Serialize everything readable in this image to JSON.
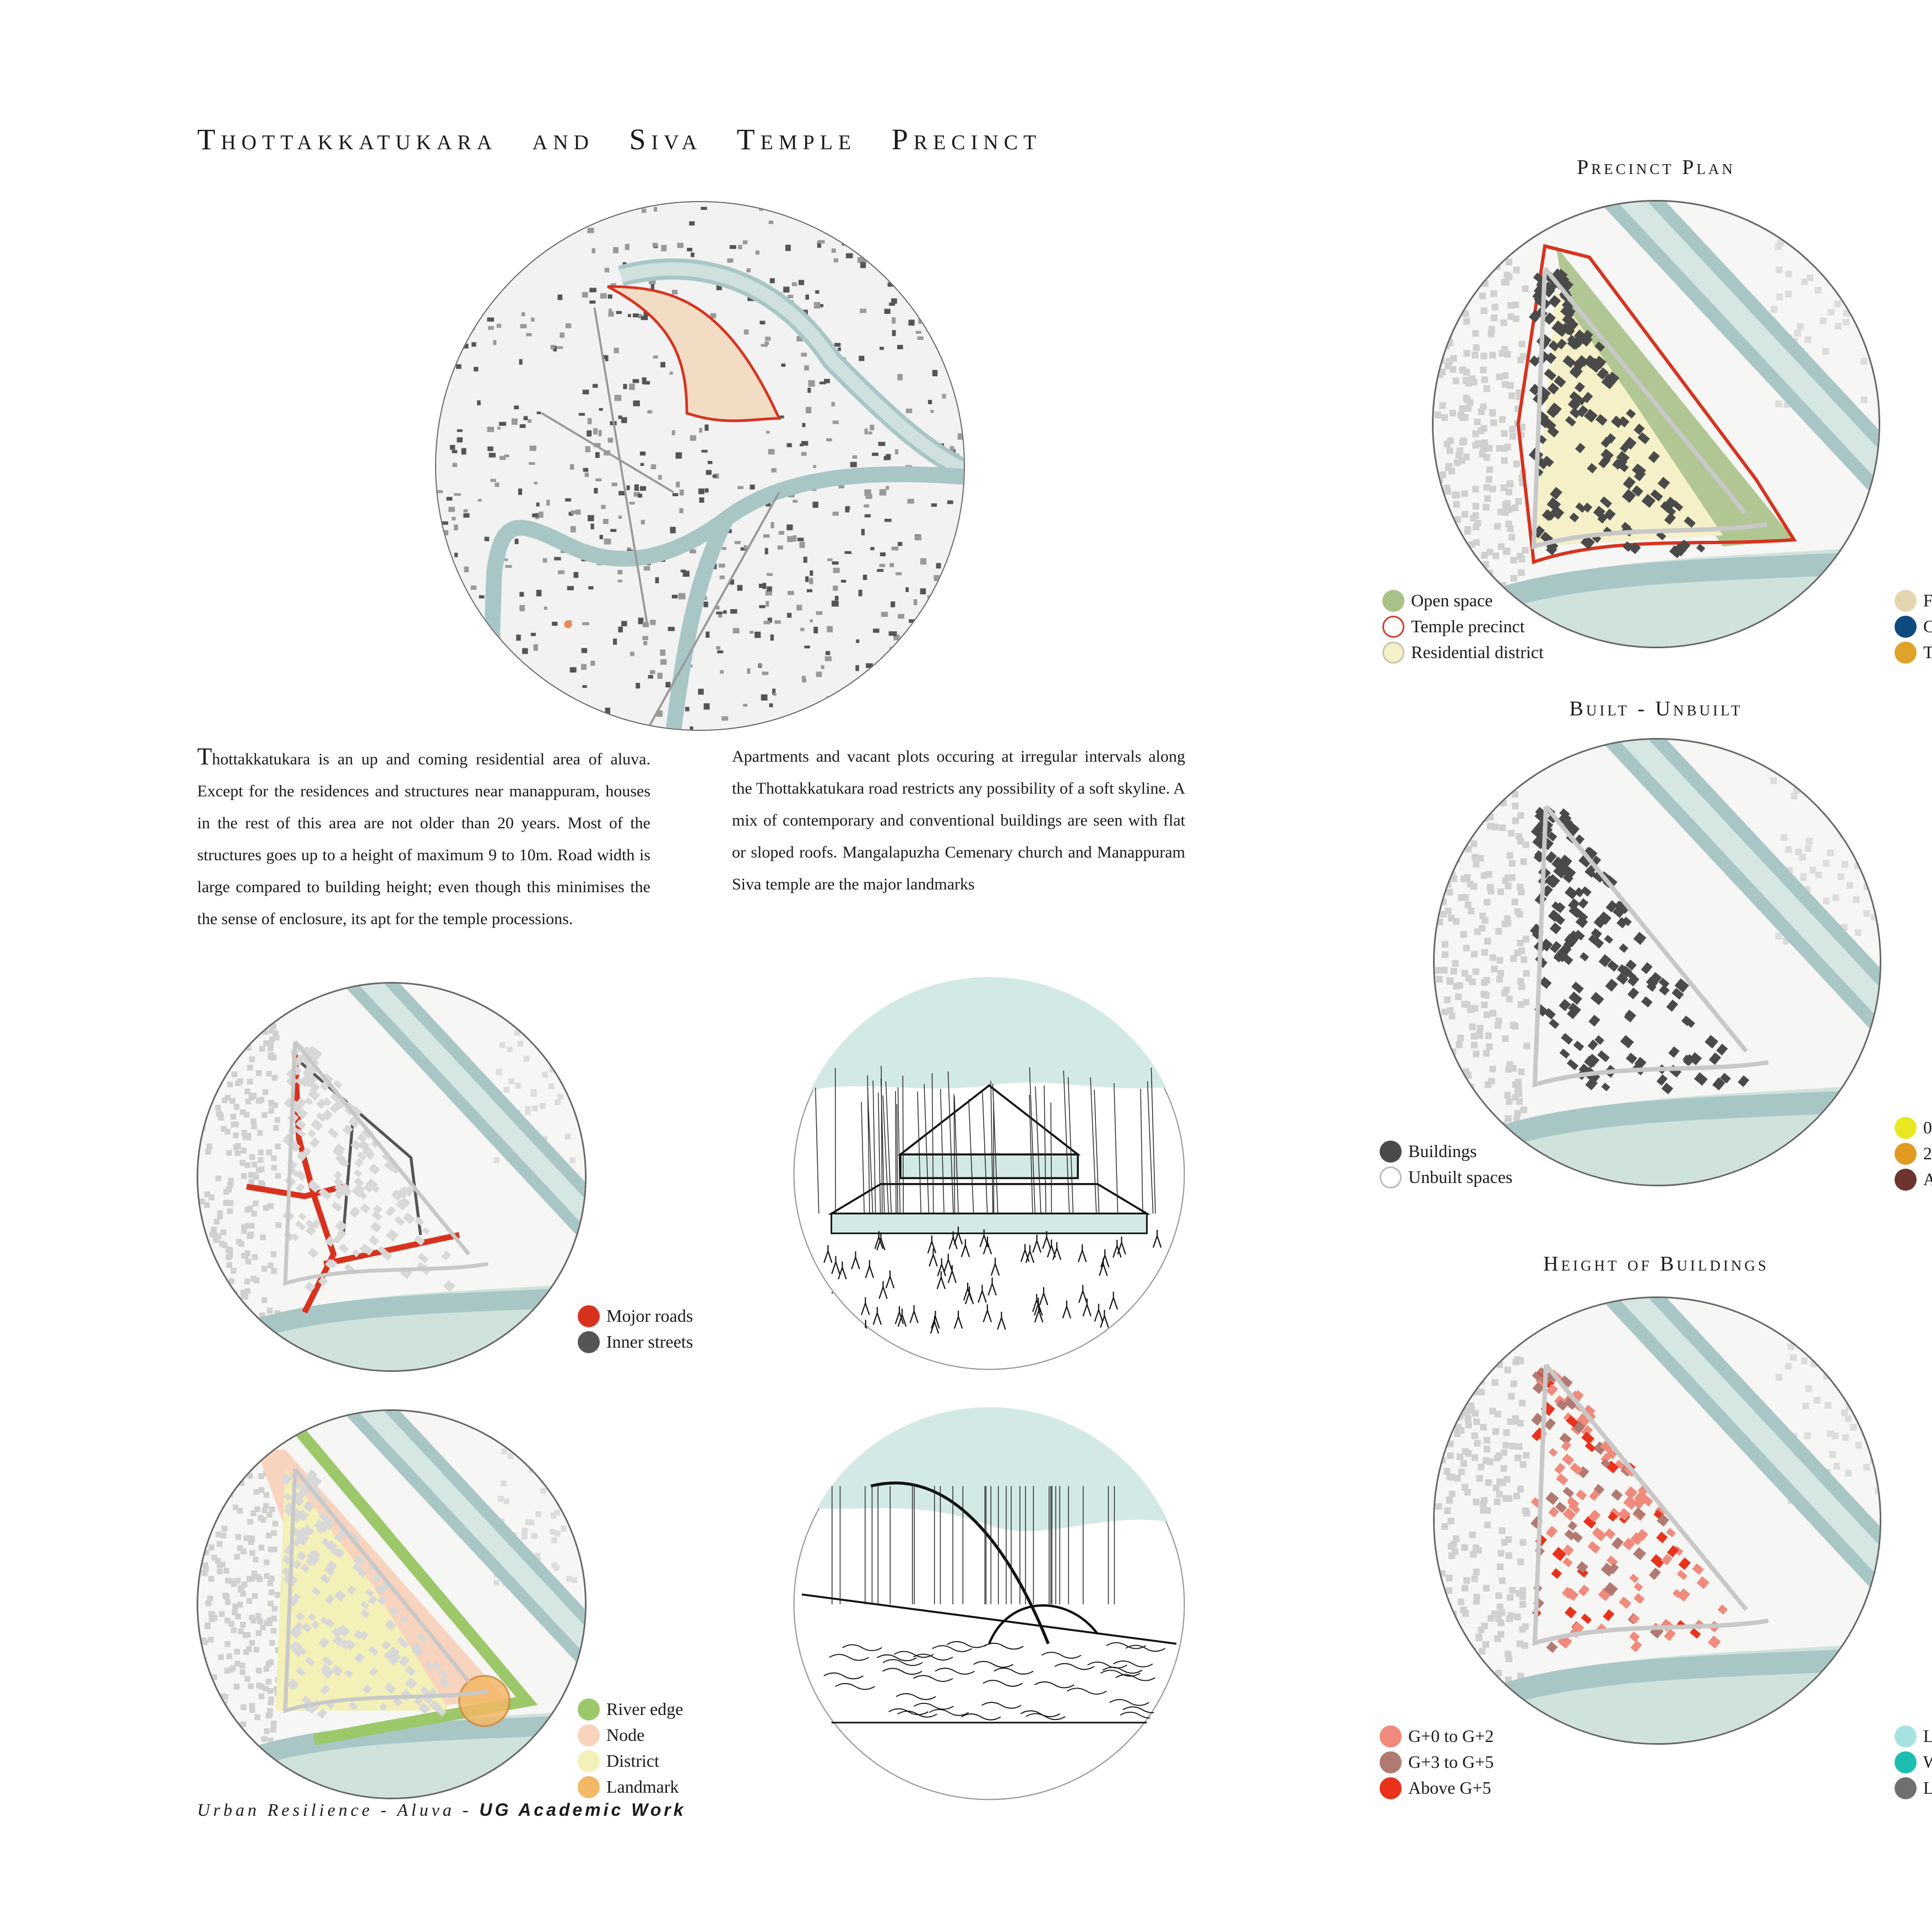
{
  "title": "Thottakkatukara and Siva Temple Precinct",
  "paragraphs": {
    "left_initial": "T",
    "left": "hottakkatukara is an up and coming residential area of aluva. Except for the residences and structures near manappuram, houses in the rest of this area are not older than 20 years. Most of the structures goes up to a height of maximum 9 to 10m. Road width is large compared to building height; even though this minimises the the sense of enclosure, its apt for the temple processions.",
    "right": "Apartments and vacant plots occuring at irregular intervals along the Thottakkatukara road restricts any possibility of a soft skyline. A mix of contemporary and conventional buildings are seen with flat or sloped roofs. Mangalapuzha Cemenary church and Manappuram Siva temple are the major landmarks"
  },
  "footer": {
    "italic": "Urban Resilience - Aluva - ",
    "bold": "UG Academic Work"
  },
  "roads_legend": [
    {
      "label": "Mojor roads",
      "color": "#d8321e"
    },
    {
      "label": "Inner streets",
      "color": "#555555"
    }
  ],
  "imageability_legend": [
    {
      "label": "River edge",
      "color": "#9cc86a"
    },
    {
      "label": "Node",
      "color": "#f8d3bd"
    },
    {
      "label": "District",
      "color": "#f3f0b8"
    },
    {
      "label": "Landmark",
      "color": "#f2b866"
    }
  ],
  "precinct_plan": {
    "title": "Precinct Plan",
    "legend": [
      {
        "label": "Open space",
        "color": "#a9c28a",
        "outline": false
      },
      {
        "label": "Temple precinct",
        "color": "#ffffff",
        "outline": "#d0402e"
      },
      {
        "label": "Residential district",
        "color": "#f5f0c8",
        "outline": "#c9c5a8"
      }
    ],
    "legend_right_cut": [
      {
        "label": "F",
        "color": "#e5d6b0"
      },
      {
        "label": "C",
        "color": "#0e4a80"
      },
      {
        "label": "T",
        "color": "#dfa22a"
      }
    ]
  },
  "built_unbuilt": {
    "title": "Built - Unbuilt",
    "legend": [
      {
        "label": "Buildings",
        "color": "#4a4a4a",
        "outline": false
      },
      {
        "label": "Unbuilt spaces",
        "color": "#ffffff",
        "outline": "#bbbbbb"
      }
    ],
    "legend_right_cut": [
      {
        "label": "0",
        "color": "#e8e820"
      },
      {
        "label": "2",
        "color": "#e29a22"
      },
      {
        "label": "A",
        "color": "#6e3530"
      }
    ]
  },
  "height_of_buildings": {
    "title": "Height of Buildings",
    "legend": [
      {
        "label": "G+0 to G+2",
        "color": "#f08a7c"
      },
      {
        "label": "G+3 to G+5",
        "color": "#b07a72"
      },
      {
        "label": "Above G+5",
        "color": "#e8321c"
      }
    ],
    "legend_right_cut": [
      {
        "label": "L",
        "color": "#a8e2e0"
      },
      {
        "label": "W",
        "color": "#1dbdb2"
      },
      {
        "label": "L",
        "color": "#707070"
      }
    ]
  }
}
